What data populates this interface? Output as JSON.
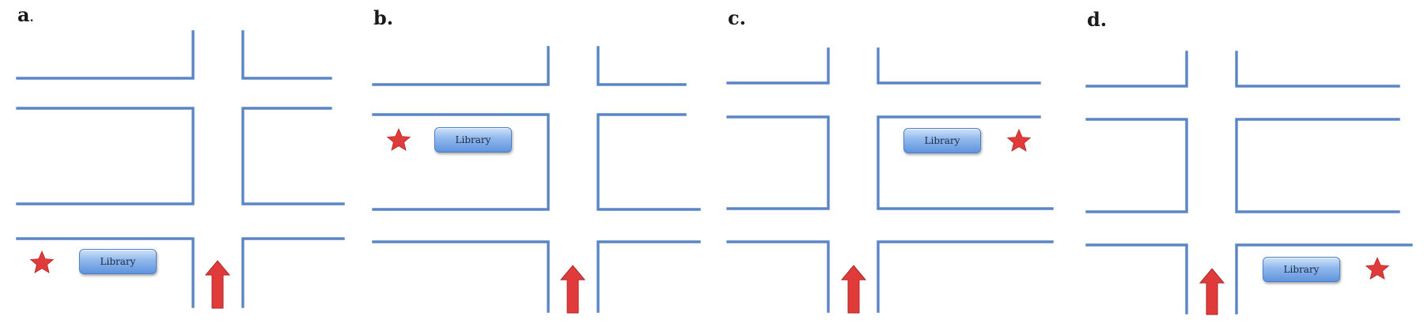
{
  "panels": [
    {
      "label": "a",
      "label_suffix": ".",
      "library_label": "Library"
    },
    {
      "label": "b.",
      "label_suffix": "",
      "library_label": "Library"
    },
    {
      "label": "c.",
      "label_suffix": "",
      "library_label": "Library"
    },
    {
      "label": "d.",
      "label_suffix": "",
      "library_label": "Library"
    }
  ],
  "colors": {
    "street": "#5b86c5",
    "star": "#e03a3a",
    "arrow": "#e03a3a",
    "library_button": "#7aa8e6"
  },
  "icons": {
    "star": "star-icon",
    "arrow": "up-arrow-icon"
  }
}
